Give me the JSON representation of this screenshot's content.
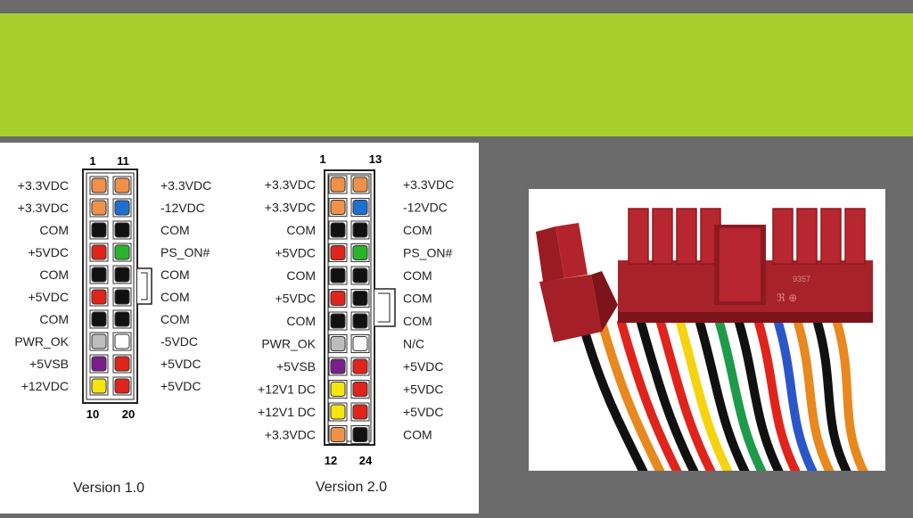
{
  "v1": {
    "caption": "Version 1.0",
    "pin_labels_top": [
      "1",
      "11"
    ],
    "pin_labels_bottom": [
      "10",
      "20"
    ],
    "left_labels": [
      "+3.3VDC",
      "+3.3VDC",
      "COM",
      "+5VDC",
      "COM",
      "+5VDC",
      "COM",
      "PWR_OK",
      "+5VSB",
      "+12VDC"
    ],
    "right_labels": [
      "+3.3VDC",
      "-12VDC",
      "COM",
      "PS_ON#",
      "COM",
      "COM",
      "COM",
      "-5VDC",
      "+5VDC",
      "+5VDC"
    ],
    "left_colors": [
      "#f0914a",
      "#f0914a",
      "#111111",
      "#e0231b",
      "#111111",
      "#e0231b",
      "#111111",
      "#bdbdbd",
      "#7a1e8c",
      "#f5e60f"
    ],
    "right_colors": [
      "#f0914a",
      "#1f6fd1",
      "#111111",
      "#28b52c",
      "#111111",
      "#111111",
      "#111111",
      "#ffffff",
      "#e0231b",
      "#e0231b"
    ]
  },
  "v2": {
    "caption": "Version 2.0",
    "pin_labels_top": [
      "1",
      "13"
    ],
    "pin_labels_bottom": [
      "12",
      "24"
    ],
    "left_labels": [
      "+3.3VDC",
      "+3.3VDC",
      "COM",
      "+5VDC",
      "COM",
      "+5VDC",
      "COM",
      "PWR_OK",
      "+5VSB",
      "+12V1 DC",
      "+12V1 DC",
      "+3.3VDC"
    ],
    "right_labels": [
      "+3.3VDC",
      "-12VDC",
      "COM",
      "PS_ON#",
      "COM",
      "COM",
      "COM",
      "N/C",
      "+5VDC",
      "+5VDC",
      "+5VDC",
      "COM"
    ],
    "left_colors": [
      "#f0914a",
      "#f0914a",
      "#111111",
      "#e0231b",
      "#111111",
      "#e0231b",
      "#111111",
      "#bdbdbd",
      "#7a1e8c",
      "#f5e60f",
      "#f5e60f",
      "#f0914a"
    ],
    "right_colors": [
      "#f0914a",
      "#1f6fd1",
      "#111111",
      "#28b52c",
      "#111111",
      "#111111",
      "#111111",
      "#ffffff",
      "#e0231b",
      "#e0231b",
      "#e0231b",
      "#111111"
    ]
  },
  "photo": {
    "connector_color": "#b3232b",
    "marking_text": "9357",
    "wire_colors": [
      "#111111",
      "#e8881e",
      "#e0231b",
      "#111111",
      "#e0231b",
      "#f5d40f",
      "#111111",
      "#1e9a4a",
      "#111111",
      "#e0231b",
      "#2c56c8",
      "#e8881e",
      "#111111",
      "#e8881e"
    ]
  }
}
